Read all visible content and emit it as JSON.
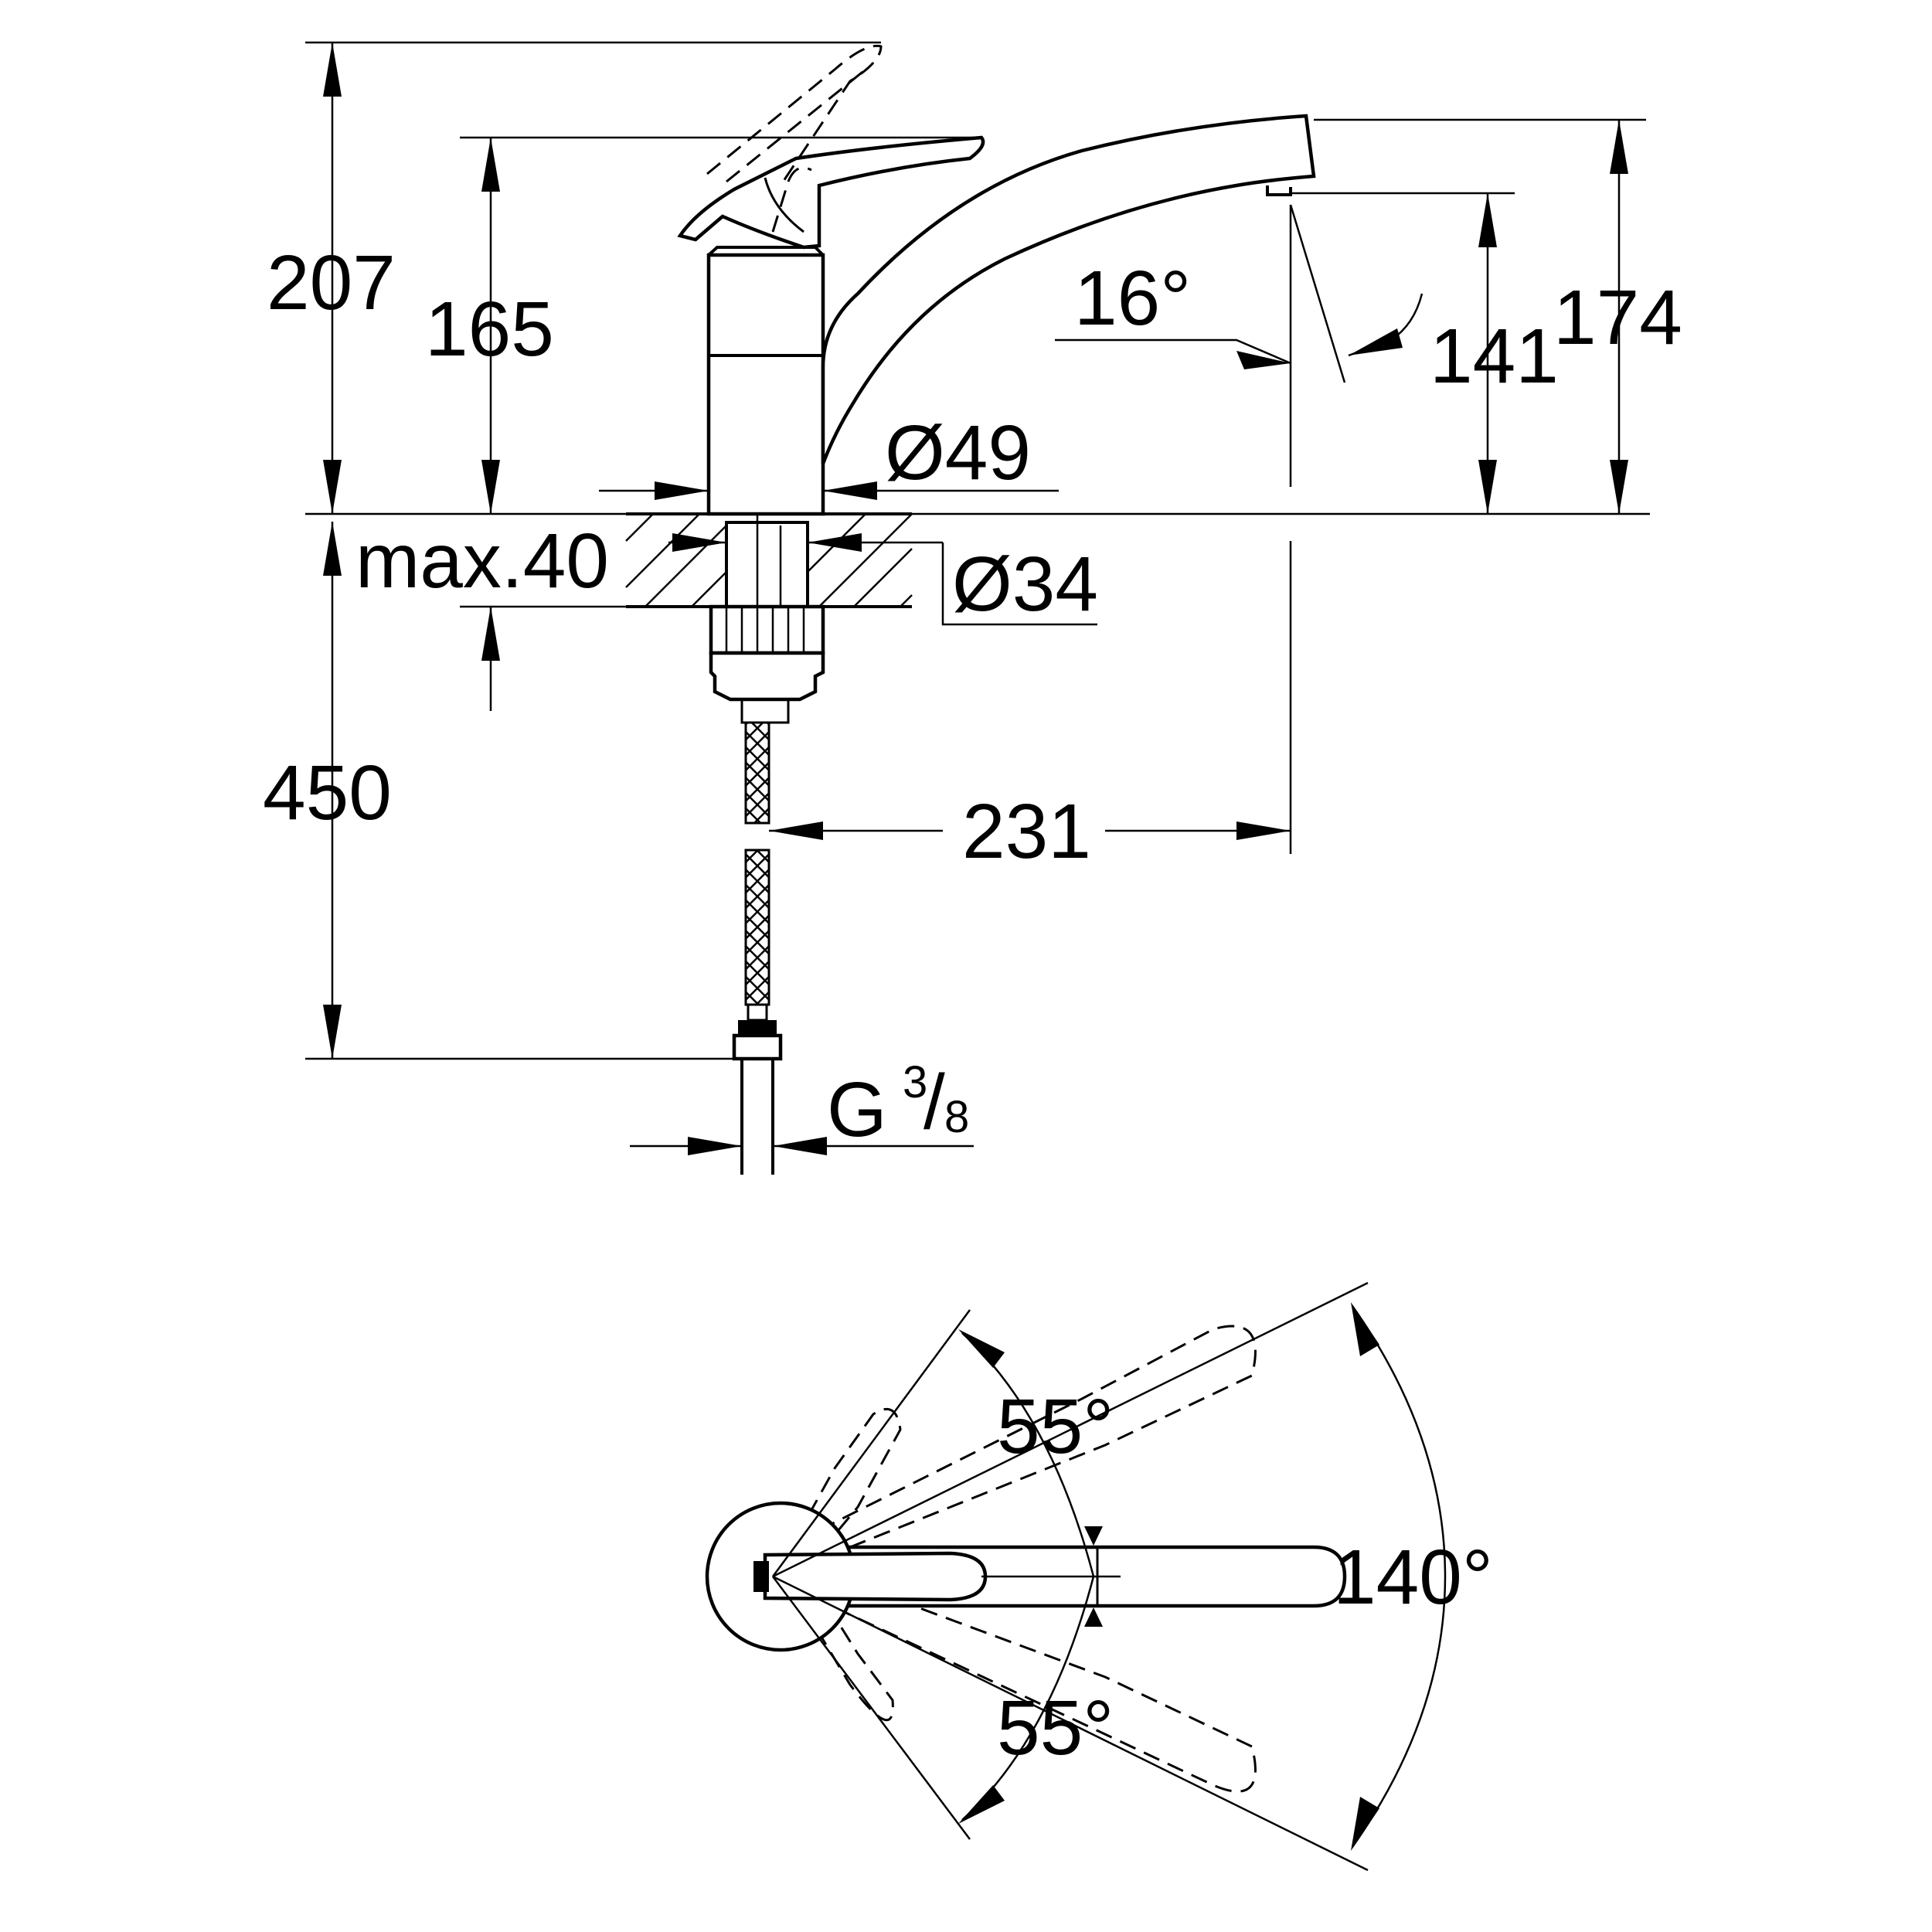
{
  "side_view": {
    "dim_total_height": "207",
    "dim_lever_height": "165",
    "dim_spout_height": "174",
    "dim_outlet_height": "141",
    "dim_spout_angle": "16°",
    "dim_body_diameter": "Ø49",
    "dim_hole_diameter": "Ø34",
    "dim_deck_thickness": "max.40",
    "dim_hose_length": "450",
    "dim_reach": "231",
    "connection_thread_letter": "G",
    "connection_thread_num": "3",
    "connection_thread_den": "8"
  },
  "top_view": {
    "angle_upper": "55°",
    "angle_lower": "55°",
    "angle_total": "140°"
  }
}
